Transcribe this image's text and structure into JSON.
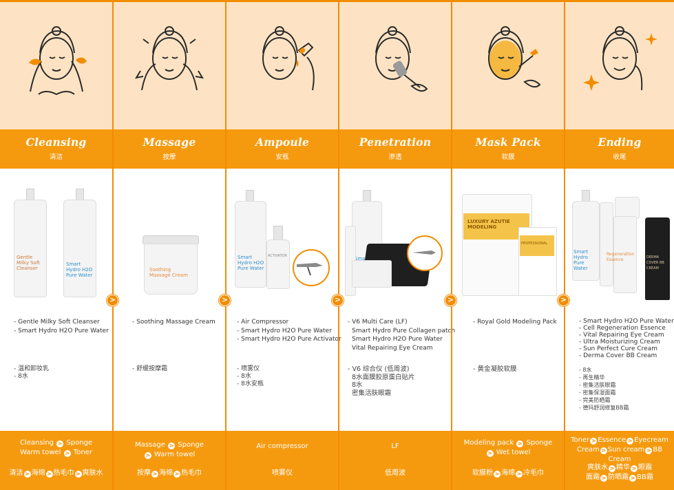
{
  "steps": [
    {
      "title_en": "Cleansing",
      "title_zh": "清洁",
      "products_en": [
        "- Gentle Milky Soft Cleanser",
        "- Smart Hydro H2O Pure Water"
      ],
      "products_zh": [
        "- 温和卸妆乳",
        "- 8水"
      ],
      "bottle_labels": [
        "Gentle Milky Soft Cleanser",
        "Smart Hydro H2O Pure Water"
      ],
      "foot_en": [
        "Cleansing",
        "Sponge",
        "Warm towel",
        "Toner"
      ],
      "foot_zh": [
        "清洁",
        "海绵",
        "热毛巾",
        "爽肤水"
      ]
    },
    {
      "title_en": "Massage",
      "title_zh": "按摩",
      "products_en": [
        "- Soothing Massage Cream"
      ],
      "products_zh": [
        "- 舒缓按摩霜"
      ],
      "bottle_labels": [
        "Soothing Massage Cream"
      ],
      "foot_en": [
        "Massage",
        "Sponge",
        "Warm towel"
      ],
      "foot_zh": [
        "按摩",
        "海绵",
        "热毛巾"
      ]
    },
    {
      "title_en": "Ampoule",
      "title_zh": "安瓶",
      "products_en": [
        "- Air Compressor",
        "- Smart Hydro H2O Pure Water",
        "- Smart Hydro H2O Pure Activator"
      ],
      "products_zh": [
        "- 喷雾仪",
        "- 8水",
        "- 8水安瓶"
      ],
      "bottle_labels": [
        "Smart Hydro H2O Pure Water",
        "ACTIVATOR"
      ],
      "foot_en": [
        "Air compressor"
      ],
      "foot_zh": [
        "喷雾仪"
      ]
    },
    {
      "title_en": "Penetration",
      "title_zh": "渗透",
      "products_en": [
        "- V6 Multi Care (LF)",
        "Smart Hydro Pure Collagen patch",
        "Smart Hydro H2O Pure Water",
        "Vital Repairing Eye Cream"
      ],
      "products_zh": [
        "- V6 综合仪 (低周波)",
        "8水面膜胶原蛋白贴片",
        "8水",
        "密集活肤眼霜"
      ],
      "bottle_labels": [
        "Smart Hydro Pure Water"
      ],
      "foot_en": [
        "LF"
      ],
      "foot_zh": [
        "低周波"
      ]
    },
    {
      "title_en": "Mask Pack",
      "title_zh": "软膜",
      "products_en": [
        "- Royal Gold Modeling Pack"
      ],
      "products_zh": [
        "- 黄金凝胶软膜"
      ],
      "bottle_labels": [
        "LUXURY AZUTIE MODELING",
        "PROFESSIONAL"
      ],
      "foot_en": [
        "Modeling pack",
        "Sponge",
        "Wet towel"
      ],
      "foot_zh": [
        "软膜粉",
        "海绵",
        "冷毛巾"
      ]
    },
    {
      "title_en": "Ending",
      "title_zh": "收尾",
      "products_en": [
        "- Smart Hydro H2O Pure Water",
        "- Cell Regeneration Essence",
        "- Vital Repairing Eye Cream",
        "- Ultra Moisturizing Cream",
        "- Sun Perfect Cure Cream",
        "- Derma Cover BB Cream"
      ],
      "products_zh": [
        "- 8水",
        "- 再生精华",
        "- 密集活肤眼霜",
        "- 密集保湿面霜",
        "- 完美防晒霜",
        "- 德玛舒润修复BB霜"
      ],
      "bottle_labels": [
        "Smart Hydro Pure Water",
        "Regeneration Essence",
        "DERMA COVER BB CREAM"
      ],
      "foot_en": [
        "Toner",
        "Essence",
        "Eyecream",
        "Cream",
        "Sun cream",
        "BB Cream"
      ],
      "foot_zh": [
        "爽肤水",
        "精华",
        "眼霜",
        "面霜",
        "防晒霜",
        "BB霜"
      ]
    }
  ],
  "colors": {
    "accent": "#f28c00",
    "band": "#f59a0f",
    "illustration_bg": "#fde3c3"
  },
  "step_arrow_glyph": ">"
}
